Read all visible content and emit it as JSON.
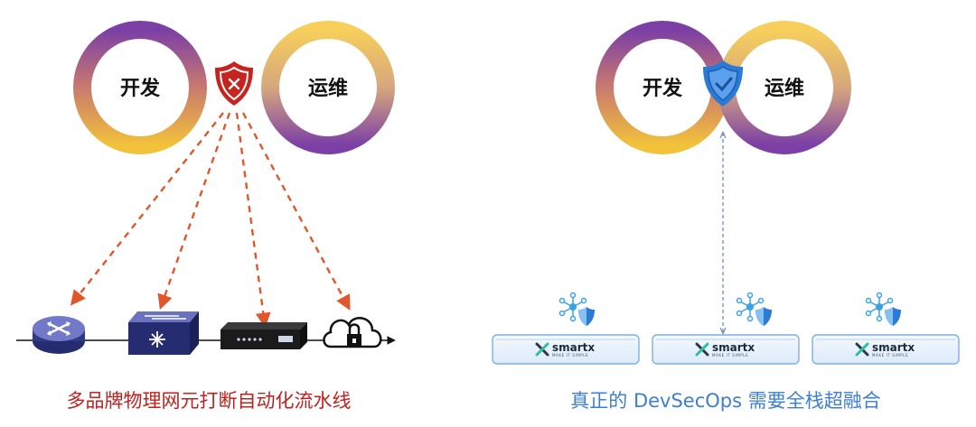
{
  "left_panel": {
    "ring_left_label": "开发",
    "ring_right_label": "运维",
    "caption": "多品牌物理网元打断自动化流水线",
    "caption_color": "#c0201e",
    "shield_color": "#c8241f",
    "arrow_color": "#e2562c",
    "devices": [
      "router-icon",
      "switch-icon",
      "appliance-icon",
      "cloud-lock-icon"
    ]
  },
  "right_panel": {
    "ring_left_label": "开发",
    "ring_right_label": "运维",
    "caption": "真正的 DevSecOps 需要全栈超融合",
    "caption_color": "#3b7fd0",
    "shield_color": "#2b7bd6",
    "nodes": [
      {
        "brand": "smartx",
        "tagline": "MAKE IT SIMPLE"
      },
      {
        "brand": "smartx",
        "tagline": "MAKE IT SIMPLE"
      },
      {
        "brand": "smartx",
        "tagline": "MAKE IT SIMPLE"
      }
    ]
  },
  "colors": {
    "ring_purple": "#7b3fa6",
    "ring_gold": "#f2c23a"
  }
}
